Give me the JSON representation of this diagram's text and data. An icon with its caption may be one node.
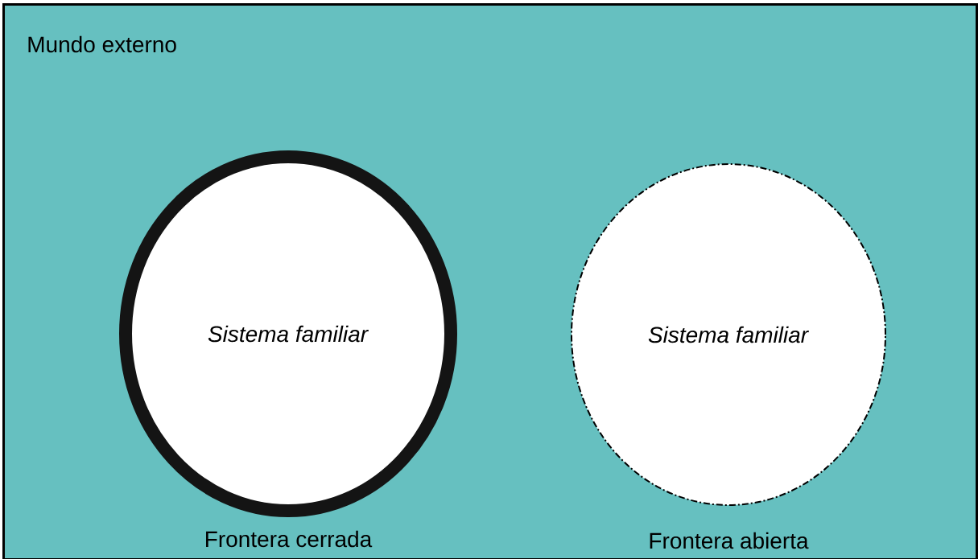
{
  "diagram": {
    "nodes": [
      {
        "text": [
          "Mundo externo"
        ]
      },
      {
        "text": [
          "*Sistema familiar*"
        ],
        "in": 0,
        "beside": [
          "Frontera cerrada"
        ]
      },
      {
        "text": [
          "*Sistema familiar*"
        ],
        "in": 0,
        "beside": [
          "Frontera abierta"
        ]
      }
    ]
  }
}
